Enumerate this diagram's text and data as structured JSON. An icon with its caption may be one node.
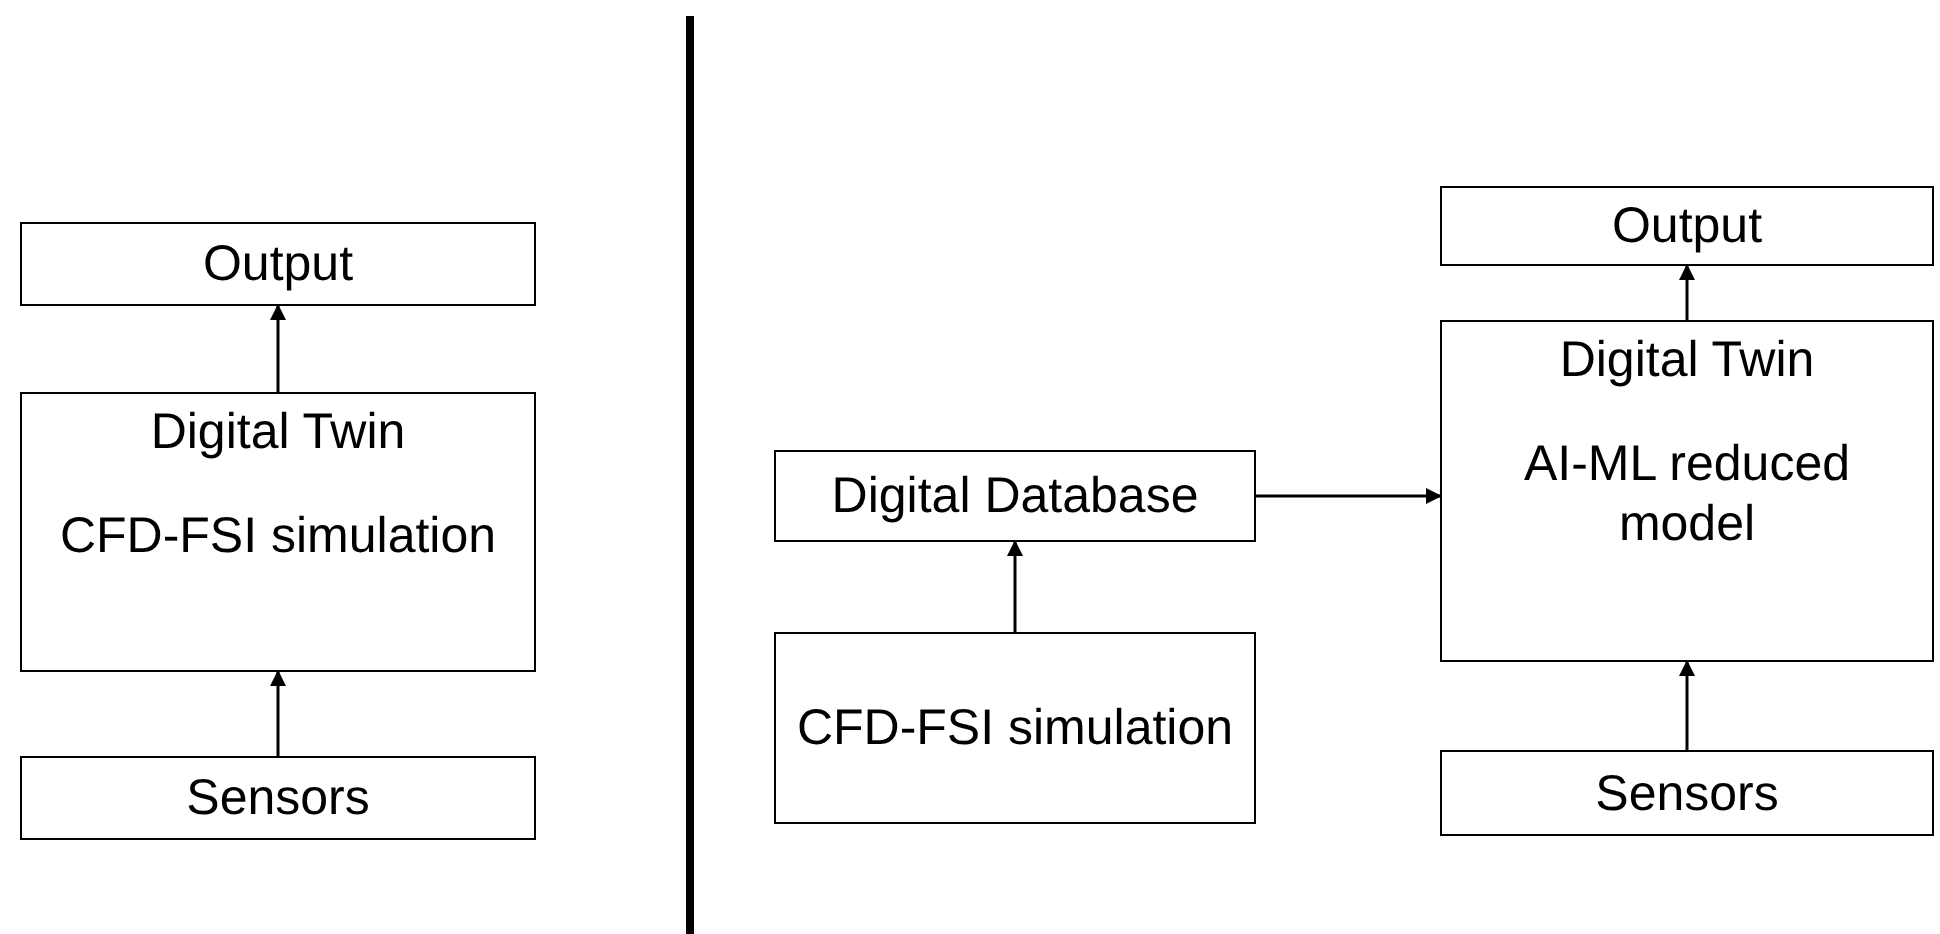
{
  "diagram": {
    "nodes": [
      {
        "text": [
          "Output"
        ]
      },
      {
        "text": [
          "Digital Twin",
          "CFD-FSI simulation"
        ]
      },
      {
        "text": [
          "Sensors"
        ]
      },
      {
        "text": [
          "Digital Database"
        ]
      },
      {
        "text": [
          "CFD-FSI simulation"
        ]
      },
      {
        "text": [
          "Output"
        ]
      },
      {
        "text": [
          "Digital Twin",
          "AI-ML reduced model"
        ]
      },
      {
        "text": [
          "Sensors"
        ]
      }
    ],
    "edges": [
      {
        "from": 2,
        "to": 1,
        "arrow": "to"
      },
      {
        "from": 1,
        "to": 0,
        "arrow": "to"
      },
      {
        "from": 4,
        "to": 3,
        "arrow": "to"
      },
      {
        "from": 3,
        "to": 6,
        "arrow": "to"
      },
      {
        "from": 7,
        "to": 6,
        "arrow": "to"
      },
      {
        "from": 6,
        "to": 5,
        "arrow": "to"
      }
    ]
  }
}
